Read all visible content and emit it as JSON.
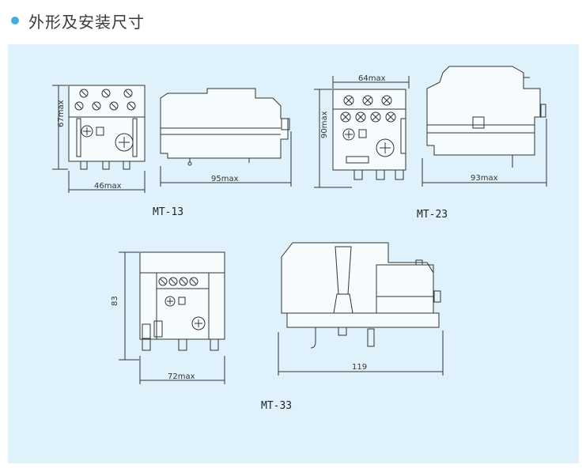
{
  "header": {
    "title": "外形及安装尺寸",
    "accent": "#42aee0"
  },
  "panel": {
    "background": "#dff2fb"
  },
  "models": [
    {
      "name": "MT-13",
      "height_label": "67max",
      "front_width_label": "46max",
      "side_length_label": "95max"
    },
    {
      "name": "MT-23",
      "height_label": "90max",
      "top_width_label": "64max",
      "side_length_label": "93max"
    },
    {
      "name": "MT-33",
      "height_label": "83",
      "front_width_label": "72max",
      "side_length_label": "119"
    }
  ]
}
